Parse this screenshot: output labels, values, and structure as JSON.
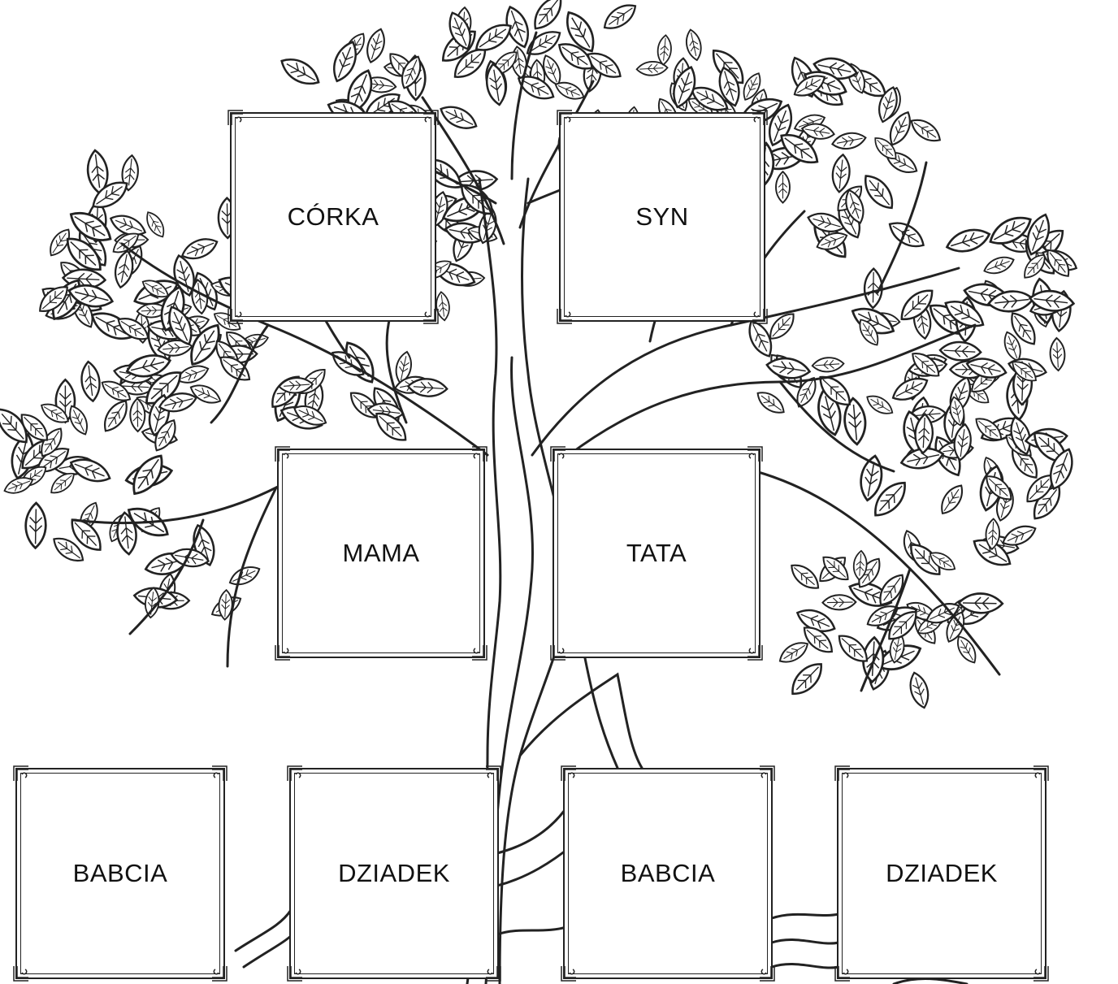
{
  "family_tree": {
    "children": {
      "daughter": "CÓRKA",
      "son": "SYN"
    },
    "parents": {
      "mother": "MAMA",
      "father": "TATA"
    },
    "grandparents": {
      "grandmother_1": "BABCIA",
      "grandfather_1": "DZIADEK",
      "grandmother_2": "BABCIA",
      "grandfather_2": "DZIADEK"
    }
  },
  "colors": {
    "ink": "#222222",
    "background": "#ffffff"
  },
  "icons": {
    "tree": "tree-illustration",
    "leaf": "leaf-icon",
    "frame_corner": "frame-corner-ornament"
  }
}
